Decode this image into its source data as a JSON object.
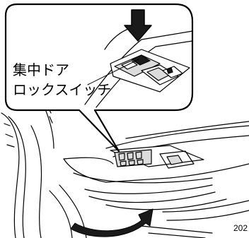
{
  "callout": {
    "label_line1": "集中ドア",
    "label_line2": "ロックスイッチ"
  },
  "figure_code": "202",
  "icons": {
    "press_arrow": "down-arrow-icon",
    "swing_arrow": "curved-arrow-icon"
  },
  "colors": {
    "line": "#000000",
    "background": "#ffffff",
    "arrow_fill": "#1a1a1a",
    "shade": "#dcdcdc"
  }
}
